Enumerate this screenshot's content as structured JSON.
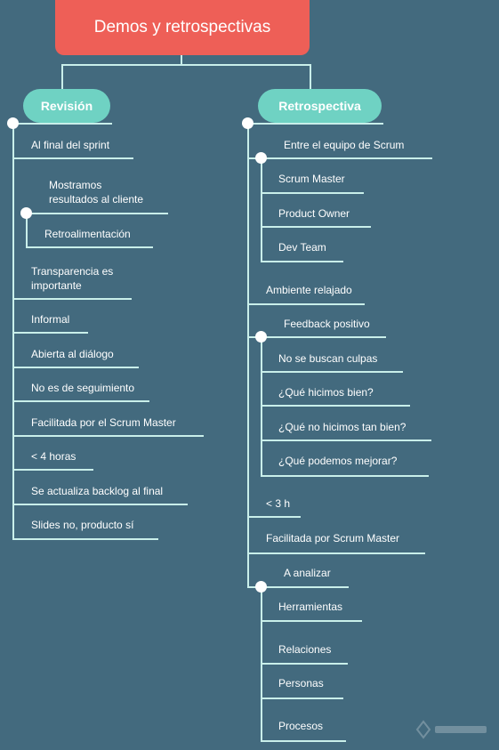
{
  "root": {
    "label": "Demos y retrospectivas"
  },
  "branches": [
    {
      "label": "Revisión"
    },
    {
      "label": "Retrospectiva"
    }
  ],
  "revision_items": [
    "Al final del sprint",
    "Mostramos\nresultados al cliente",
    "Retroalimentación",
    "Transparencia es\nimportante",
    "Informal",
    "Abierta al diálogo",
    "No es de seguimiento",
    "Facilitada por el Scrum Master",
    "< 4 horas",
    "Se actualiza backlog al final",
    "Slides no, producto sí"
  ],
  "retro_items": [
    "Entre el equipo de Scrum",
    "Scrum Master",
    "Product Owner",
    "Dev Team",
    "Ambiente relajado",
    "Feedback positivo",
    "No se buscan culpas",
    "¿Qué hicimos bien?",
    "¿Qué no hicimos tan bien?",
    "¿Qué podemos mejorar?",
    "< 3 h",
    "Facilitada por Scrum Master",
    "A analizar",
    "Herramientas",
    "Relaciones",
    "Personas",
    "Procesos"
  ],
  "colors": {
    "background": "#436a7e",
    "root": "#ee5f57",
    "branch": "#6fd2c3",
    "connector": "#c9efea",
    "text": "#ffffff"
  }
}
